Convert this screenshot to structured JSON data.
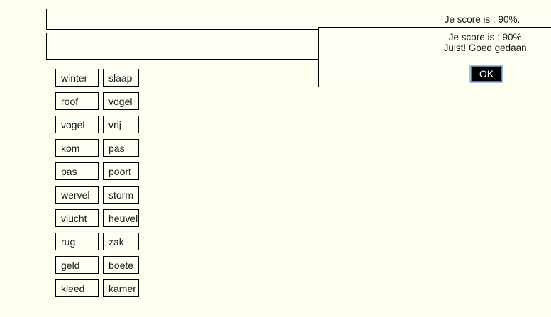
{
  "colors": {
    "page_background": "#FFFFF0",
    "panel_background": "#FFFFF4",
    "border": "#000000",
    "text": "#1a1a1a",
    "ok_button_background": "#000000",
    "ok_button_text": "#ffffff",
    "ok_button_focus_ring": "#a3c0e4"
  },
  "score_bar": {
    "text": "Je score is : 90%."
  },
  "dialog": {
    "line1": "Je score is : 90%.",
    "line2": "Juist! Goed gedaan.",
    "ok_label": "OK"
  },
  "word_columns": {
    "left": [
      "winter",
      "roof",
      "vogel",
      "kom",
      "pas",
      "wervel",
      "vlucht",
      "rug",
      "geld",
      "kleed"
    ],
    "right": [
      "slaap",
      "vogel",
      "vrij",
      "pas",
      "poort",
      "storm",
      "heuvel",
      "zak",
      "boete",
      "kamer"
    ]
  }
}
